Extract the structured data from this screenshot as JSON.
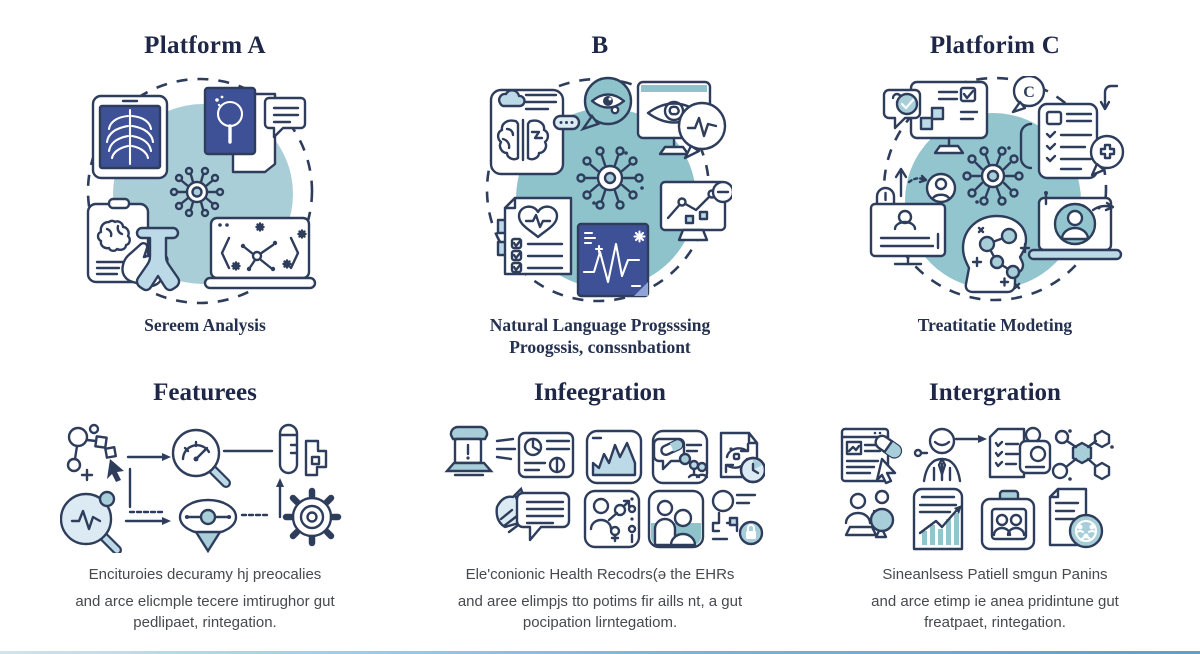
{
  "palette": {
    "outline_navy": "#2e3d5c",
    "dark_navy_fill": "#3e5096",
    "teal_blob_a": "#a9ced8",
    "teal_blob_b": "#8fc3cc",
    "teal_blob_c": "#93c5ce",
    "light_blue": "#bcd9e8",
    "heading_text": "#1e2747",
    "body_text": "#46494e",
    "bottom_bar": "#5f9fc8"
  },
  "columns": [
    {
      "title": "Platform A",
      "caption_lines": [
        "Sereem Analysis"
      ],
      "section_title": "Featurees",
      "body_lines": [
        "Encituroies decuramy hj preocalies",
        "and arce elicmple tecere imtirughor gut",
        "pedlipaet, rintegation."
      ],
      "illustration_icons": [
        "xray-ribcage-tablet-icon",
        "radiology-scan-card-icon",
        "speech-bubble-icon",
        "virus-molecule-icon",
        "brain-clipboard-icon",
        "pointing-hand-icon",
        "stethoscope-wishbone-icon",
        "laptop-decision-tree-icon"
      ],
      "feature_icons": [
        "molecule-structure-icon",
        "magnifier-gauge-icon",
        "test-tube-icon",
        "ecg-magnifier-icon",
        "oval-location-node-icon",
        "gear-icon"
      ]
    },
    {
      "title": "B",
      "caption_lines": [
        "Natural Language Progsssing",
        "Proogssis, conssnbationt"
      ],
      "section_title": "Infeegration",
      "body_lines": [
        "Ele'conionic Health Recodrs(ə the EHRs",
        "and aree elimpjs tto potims fir aills nt, a gut",
        "pocipation lirntegatiom."
      ],
      "illustration_icons": [
        "brain-document-icon",
        "eye-speech-bubble-icon",
        "eye-monitor-icon",
        "ecg-bubble-icon",
        "neural-network-hub-icon",
        "heart-checklist-icon",
        "ecg-chart-card-icon",
        "chart-monitor-icon"
      ],
      "feature_icons": [
        "projector-icon",
        "pie-report-card-icon",
        "area-chart-icon",
        "medication-bubble-icon",
        "sync-clock-document-icon",
        "sketch-speech-bubble-icon",
        "person-gender-symbols-icon",
        "people-card-icon",
        "org-chart-lock-icon"
      ]
    },
    {
      "title": "Platforim C",
      "bubble_letter": "C",
      "caption_lines": [
        "Treatitatie Modeting"
      ],
      "section_title": "Intergration",
      "body_lines": [
        "Sineanlsess Patiell smgun Panins",
        "and arce etimp ie anea pridintune gut",
        "freatpaet, rintegation."
      ],
      "illustration_icons": [
        "checklist-monitor-icon",
        "check-bubble-icon",
        "clipboard-report-icon",
        "letter-bubble-icon",
        "medical-cross-bubble-icon",
        "neural-network-hub-icon",
        "avatar-monitor-icon",
        "mouse-icon",
        "head-molecule-icon",
        "avatar-laptop-icon"
      ],
      "feature_icons": [
        "webpage-pill-icon",
        "person-arrow-icon",
        "document-badge-icon",
        "molecule-network-icon",
        "people-balloon-icon",
        "bar-chart-document-icon",
        "id-badge-people-icon",
        "document-group-icon"
      ]
    }
  ]
}
